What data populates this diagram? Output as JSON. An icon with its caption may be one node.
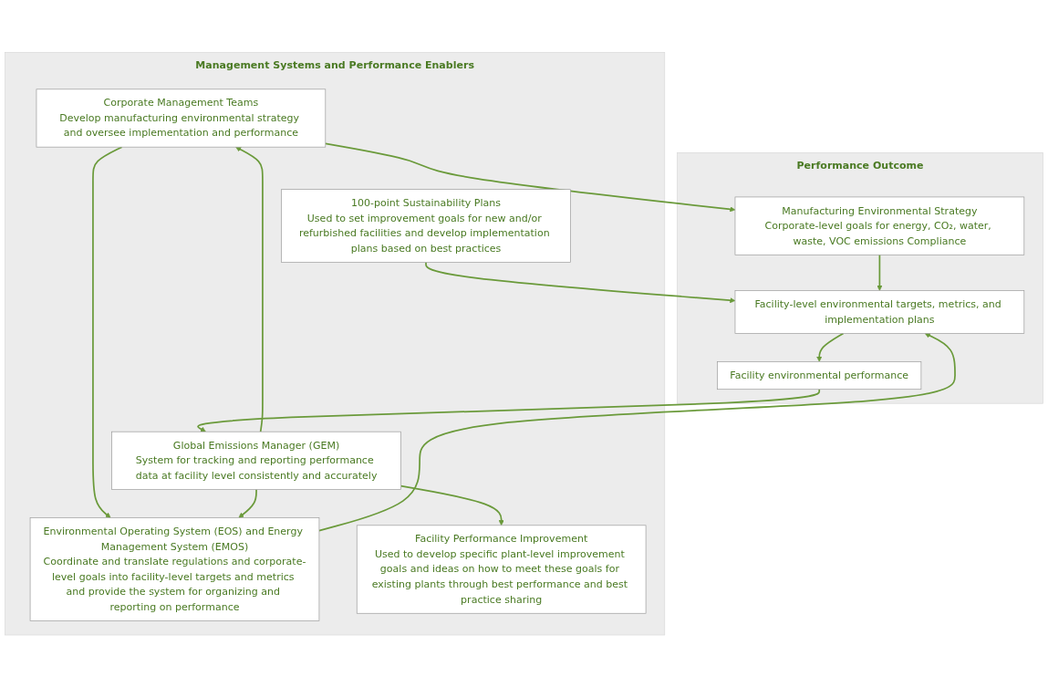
{
  "diagram": {
    "nodes": [
      {
        "text": [
          "Management Systems and Performance Enablers"
        ]
      },
      {
        "text": [
          "Corporate Management Teams",
          "Develop manufacturing environmental strategy and oversee implementation and performance"
        ],
        "in": 0
      },
      {
        "text": [
          "Environmental Operating System (EOS) and Energy Management System (EMOS)",
          "Coordinate and translate regulations and corporate-level goals into facility-level targets and metrics and provide the system for organizing and reporting on performance"
        ],
        "in": 0
      },
      {
        "text": [
          "Facility Performance Improvement",
          "Used to develop specific plant-level improvement goals and ideas on how to meet these goals for existing plants through best performance and best practice sharing"
        ],
        "in": 0
      },
      {
        "text": [
          "100-point Sustainability Plans",
          "Used to set improvement goals for new and/or refurbished facilities and develop implementation plans based on best practices"
        ],
        "in": 0
      },
      {
        "text": [
          "Global Emissions Manager (GEM)",
          "System for tracking and reporting performance data at facility level consistently and accurately"
        ],
        "in": 0
      },
      {
        "text": [
          "Performance Outcome"
        ]
      },
      {
        "text": [
          "Manufacturing Environmental Strategy",
          "Corporate-level goals for energy, CO₂, water, waste, VOC emissions Compliance"
        ],
        "in": 6
      },
      {
        "text": [
          "Facility-level environmental targets, metrics, and implementation plans"
        ],
        "in": 6
      },
      {
        "text": [
          "Facility environmental performance"
        ],
        "in": 6
      }
    ],
    "edges": [
      {
        "from": 1,
        "to": 7,
        "arrow": "to"
      },
      {
        "from": 1,
        "to": 2,
        "arrow": "to"
      },
      {
        "from": 7,
        "to": 8,
        "arrow": "to"
      },
      {
        "from": 2,
        "to": 8,
        "arrow": "to"
      },
      {
        "from": 4,
        "to": 8,
        "arrow": "to"
      },
      {
        "from": 8,
        "to": 9,
        "arrow": "to"
      },
      {
        "from": 9,
        "to": 5,
        "arrow": "to"
      },
      {
        "from": 5,
        "to": 1,
        "arrow": "to"
      },
      {
        "from": 5,
        "to": 2,
        "arrow": "to"
      },
      {
        "from": 5,
        "to": 3,
        "arrow": "to"
      }
    ]
  }
}
